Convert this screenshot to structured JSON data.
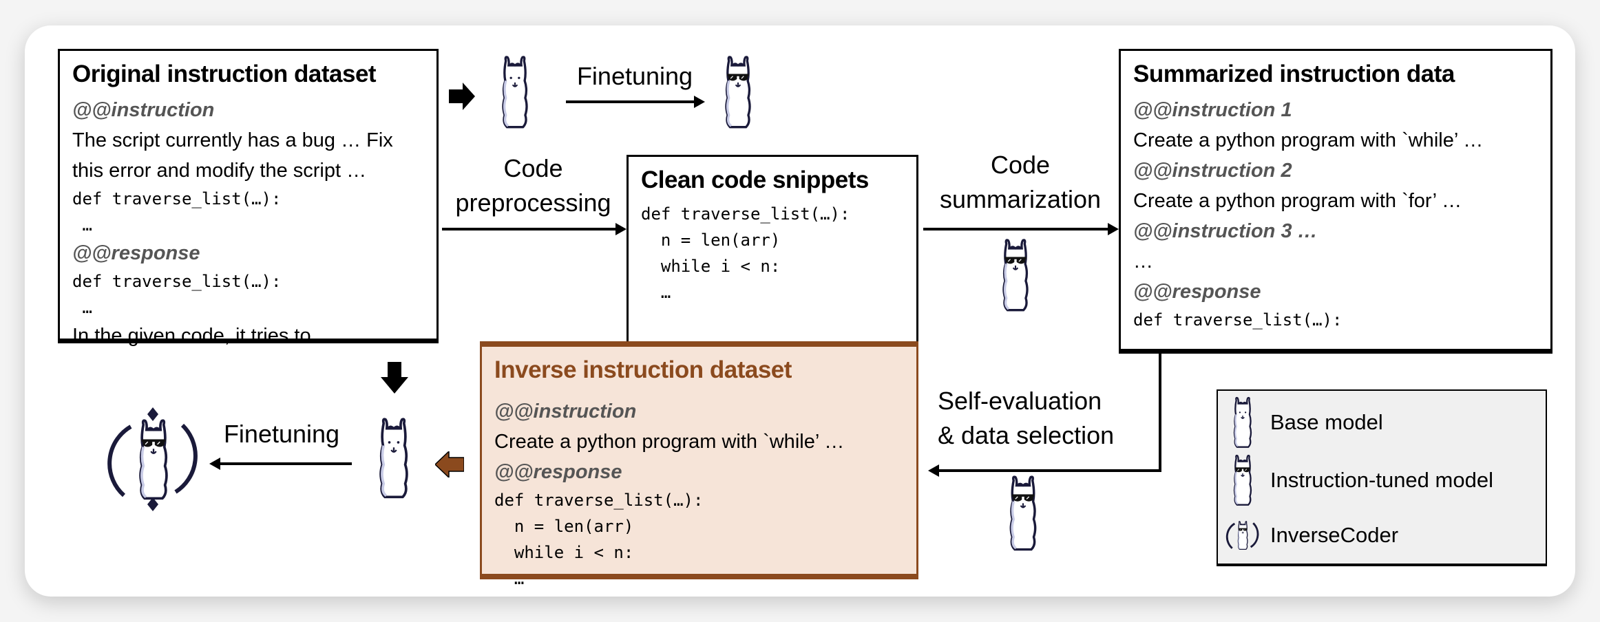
{
  "original_box": {
    "title": "Original instruction dataset",
    "instruction_tag": "@@instruction",
    "instruction_lines": [
      "The script currently has a bug … Fix",
      "this error and modify the script …"
    ],
    "code1": "def traverse_list(…):",
    "ellipsis1": " …",
    "response_tag": "@@response",
    "code2": "def traverse_list(…):",
    "ellipsis2": " …",
    "response_text": "In the given code, it tries to …"
  },
  "finetuning_top": "Finetuning",
  "code_preprocessing": [
    "Code",
    "preprocessing"
  ],
  "clean_box": {
    "title": "Clean code snippets",
    "code": [
      "def traverse_list(…):",
      "  n = len(arr)",
      "  while i < n:",
      "  …"
    ]
  },
  "code_summarization": [
    "Code",
    "summarization"
  ],
  "summarized_box": {
    "title": "Summarized instruction data",
    "instruction1_tag": "@@instruction 1",
    "instruction1_text": "Create a python program with `while’ …",
    "instruction2_tag": "@@instruction 2",
    "instruction2_text": "Create a python program with `for’ …",
    "instruction3_tag": "@@instruction 3 …",
    "ellipsis": "…",
    "response_tag": "@@response",
    "code": "def traverse_list(…):",
    "ellipsis2": "…"
  },
  "self_evaluation": [
    "Self-evaluation",
    "& data selection"
  ],
  "inverse_box": {
    "title": "Inverse instruction dataset",
    "instruction_tag": "@@instruction",
    "instruction_text": "Create a python program with `while’ …",
    "response_tag": "@@response",
    "code": [
      "def traverse_list(…):",
      "  n = len(arr)",
      "  while i < n:",
      "  …"
    ]
  },
  "finetuning_bottom": "Finetuning",
  "legend": {
    "base": "Base model",
    "tuned": "Instruction-tuned  model",
    "inverse": "InverseCoder"
  },
  "colors": {
    "inverse_fill": "#f6e4d8",
    "inverse_border": "#8b4a1e",
    "legend_bg": "#f0f0f0"
  }
}
